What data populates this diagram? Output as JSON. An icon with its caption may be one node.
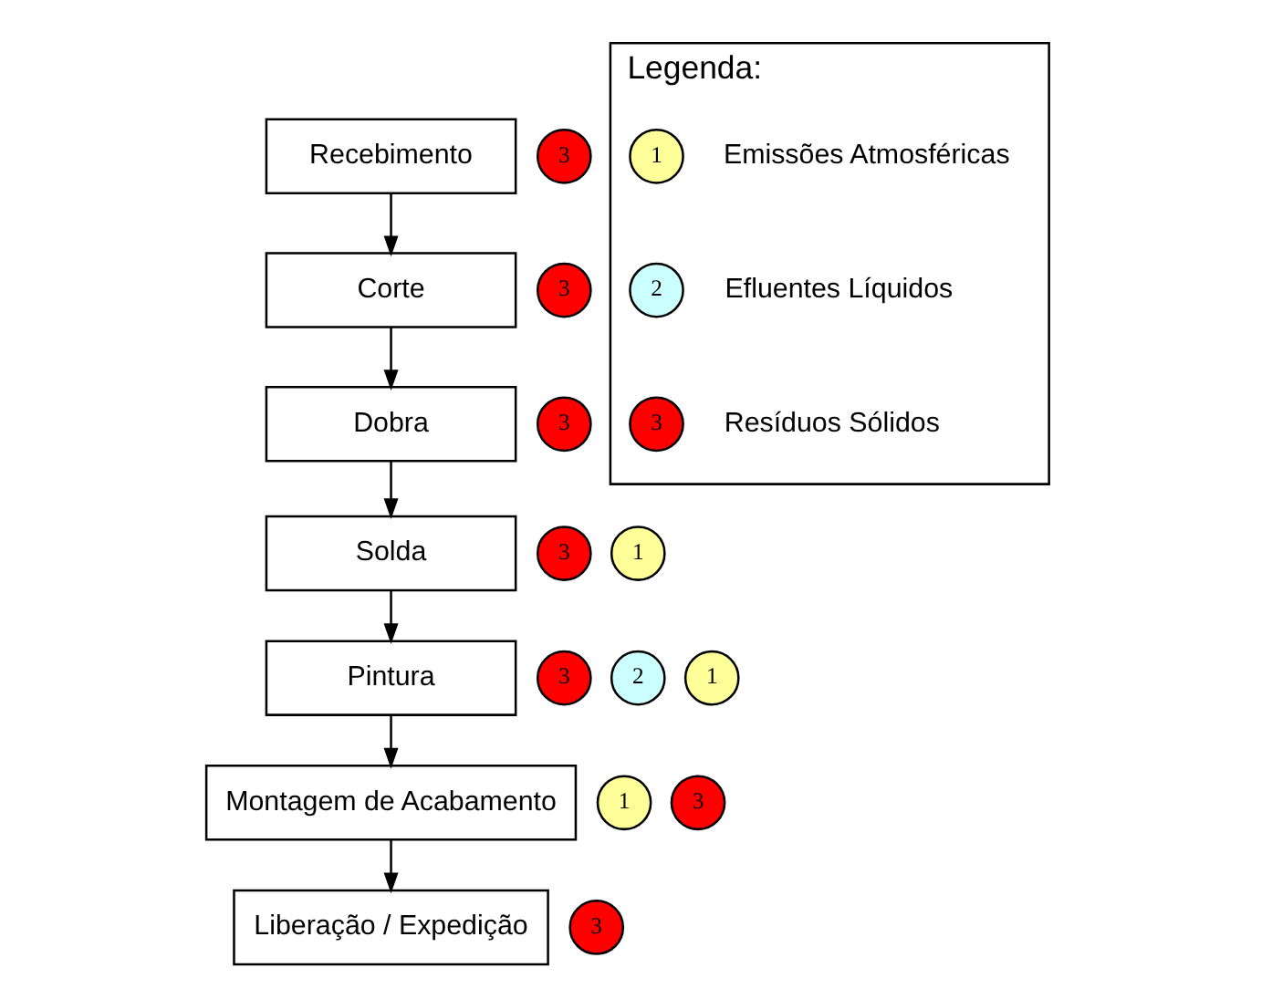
{
  "diagram": {
    "nodes": [
      {
        "text": [
          "Recebimento"
        ]
      },
      {
        "text": [
          "3"
        ]
      },
      {
        "text": [
          "Corte"
        ]
      },
      {
        "text": [
          "3"
        ]
      },
      {
        "text": [
          "Dobra"
        ]
      },
      {
        "text": [
          "3"
        ]
      },
      {
        "text": [
          "Solda"
        ]
      },
      {
        "text": [
          "3"
        ]
      },
      {
        "text": [
          "1"
        ]
      },
      {
        "text": [
          "Pintura"
        ]
      },
      {
        "text": [
          "3"
        ]
      },
      {
        "text": [
          "2"
        ]
      },
      {
        "text": [
          "1"
        ]
      },
      {
        "text": [
          "Montagem de Acabamento"
        ]
      },
      {
        "text": [
          "1"
        ]
      },
      {
        "text": [
          "3"
        ]
      },
      {
        "text": [
          "Liberação / Expedição"
        ]
      },
      {
        "text": [
          "3"
        ]
      },
      {
        "text": [
          "Legenda:"
        ]
      },
      {
        "text": [
          "1"
        ],
        "in": 18,
        "beside": [
          "Emissões Atmosféricas"
        ]
      },
      {
        "text": [
          "2"
        ],
        "in": 18,
        "beside": [
          "Efluentes Líquidos"
        ]
      },
      {
        "text": [
          "3"
        ],
        "in": 18,
        "beside": [
          "Resíduos Sólidos"
        ]
      }
    ],
    "edges": [
      {
        "from": 0,
        "to": 2,
        "arrow": "to"
      },
      {
        "from": 2,
        "to": 4,
        "arrow": "to"
      },
      {
        "from": 4,
        "to": 6,
        "arrow": "to"
      },
      {
        "from": 6,
        "to": 9,
        "arrow": "to"
      },
      {
        "from": 9,
        "to": 13,
        "arrow": "to"
      },
      {
        "from": 13,
        "to": 16,
        "arrow": "to"
      }
    ]
  }
}
